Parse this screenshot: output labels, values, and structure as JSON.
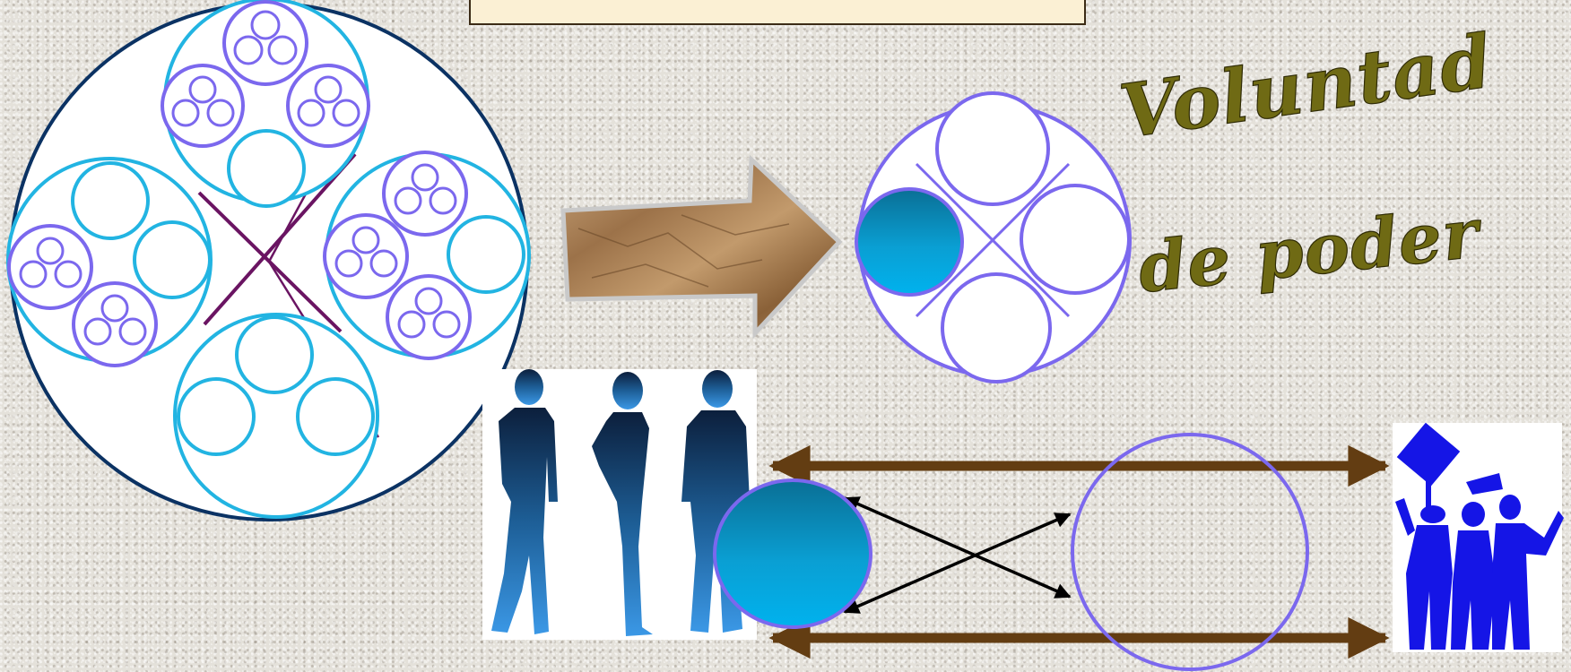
{
  "voluntad_label": {
    "line1": "Voluntad",
    "line2": "de poder"
  },
  "colors": {
    "cyan_circle": "#22b4e2",
    "purple_circle": "#7b68ee",
    "dark_navy": "#0b3263",
    "maroon_cross": "#6a1462",
    "brown_arrow": "#633d12",
    "blue_crowd": "#1515e6",
    "title_box_fill": "#fbf0d4",
    "label_text": "#6f6a14",
    "background": "#e4e1da"
  },
  "icons": {
    "people_group": "three-standing-people-silhouettes",
    "crowd": "celebrating-crowd-silhouette",
    "textured_arrow": "paper-texture-right-arrow"
  }
}
